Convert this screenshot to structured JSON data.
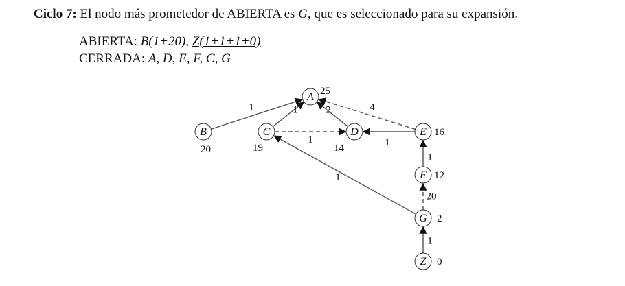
{
  "heading": {
    "label": "Ciclo 7:",
    "text": " El nodo más prometedor de ABIERTA es ",
    "node": "G",
    "text2": ", que es seleccionado para su expansión."
  },
  "abierta": {
    "label": "ABIERTA: ",
    "item1": "B(1+20)",
    "sep": ", ",
    "item2": "Z(1+1+1+0)"
  },
  "cerrada": {
    "label": "CERRADA: ",
    "items": "A, D, E, F, C, G"
  },
  "graph": {
    "nodes": [
      {
        "id": "A",
        "h": "25"
      },
      {
        "id": "B",
        "h": "20"
      },
      {
        "id": "C",
        "h": "19"
      },
      {
        "id": "D",
        "h": "14"
      },
      {
        "id": "E",
        "h": "16"
      },
      {
        "id": "F",
        "h": "12"
      },
      {
        "id": "G",
        "h": "2"
      },
      {
        "id": "Z",
        "h": "0"
      }
    ],
    "edges": [
      {
        "from": "B",
        "to": "A",
        "cost": "1",
        "dashed": false
      },
      {
        "from": "C",
        "to": "A",
        "cost": "1",
        "dashed": false
      },
      {
        "from": "D",
        "to": "A",
        "cost": "2",
        "dashed": false
      },
      {
        "from": "E",
        "to": "A",
        "cost": "4",
        "dashed": true
      },
      {
        "from": "C",
        "to": "D",
        "cost": "1",
        "dashed": true
      },
      {
        "from": "E",
        "to": "D",
        "cost": "1",
        "dashed": false
      },
      {
        "from": "F",
        "to": "E",
        "cost": "1",
        "dashed": false
      },
      {
        "from": "G",
        "to": "F",
        "cost": "20",
        "dashed": true
      },
      {
        "from": "G",
        "to": "C",
        "cost": "1",
        "dashed": false
      },
      {
        "from": "Z",
        "to": "G",
        "cost": "1",
        "dashed": false
      }
    ],
    "edge_color": "#555555"
  }
}
